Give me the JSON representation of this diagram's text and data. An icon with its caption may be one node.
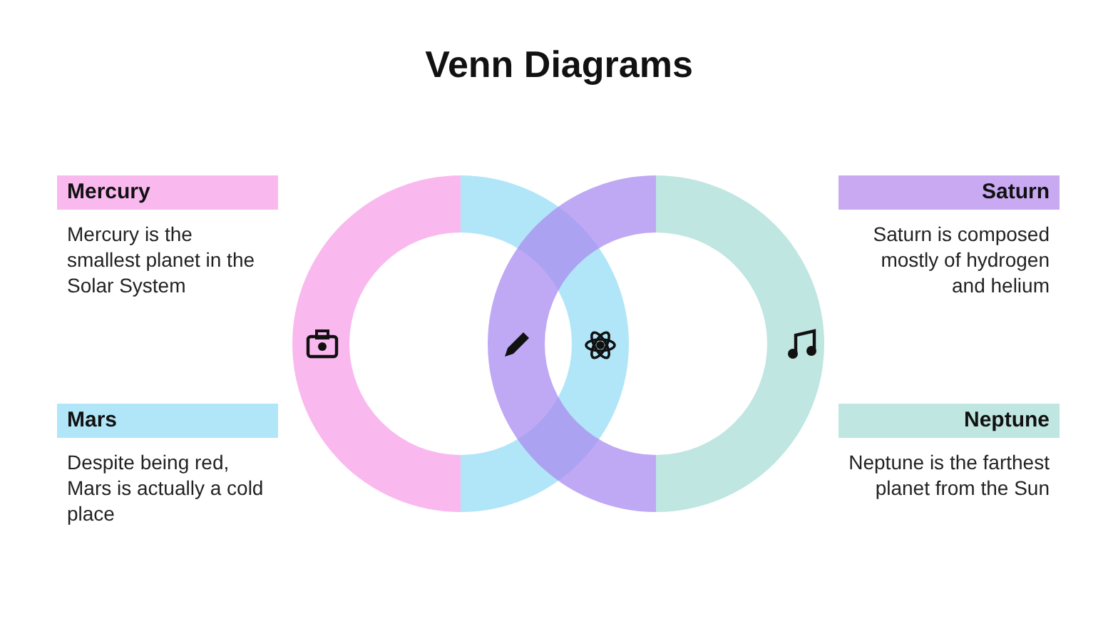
{
  "diagram": {
    "title": "Venn Diagrams",
    "nodes": [
      {
        "text": [
          "Mercury",
          "Mercury is the smallest planet in the Solar System"
        ]
      },
      {
        "text": [
          "Saturn",
          "Saturn is composed mostly of hydrogen and helium"
        ]
      },
      {
        "text": [
          "Mars",
          "Despite being red, Mars is actually a cold place"
        ]
      },
      {
        "text": [
          "Neptune",
          "Neptune is the farthest planet from the Sun"
        ]
      }
    ]
  }
}
